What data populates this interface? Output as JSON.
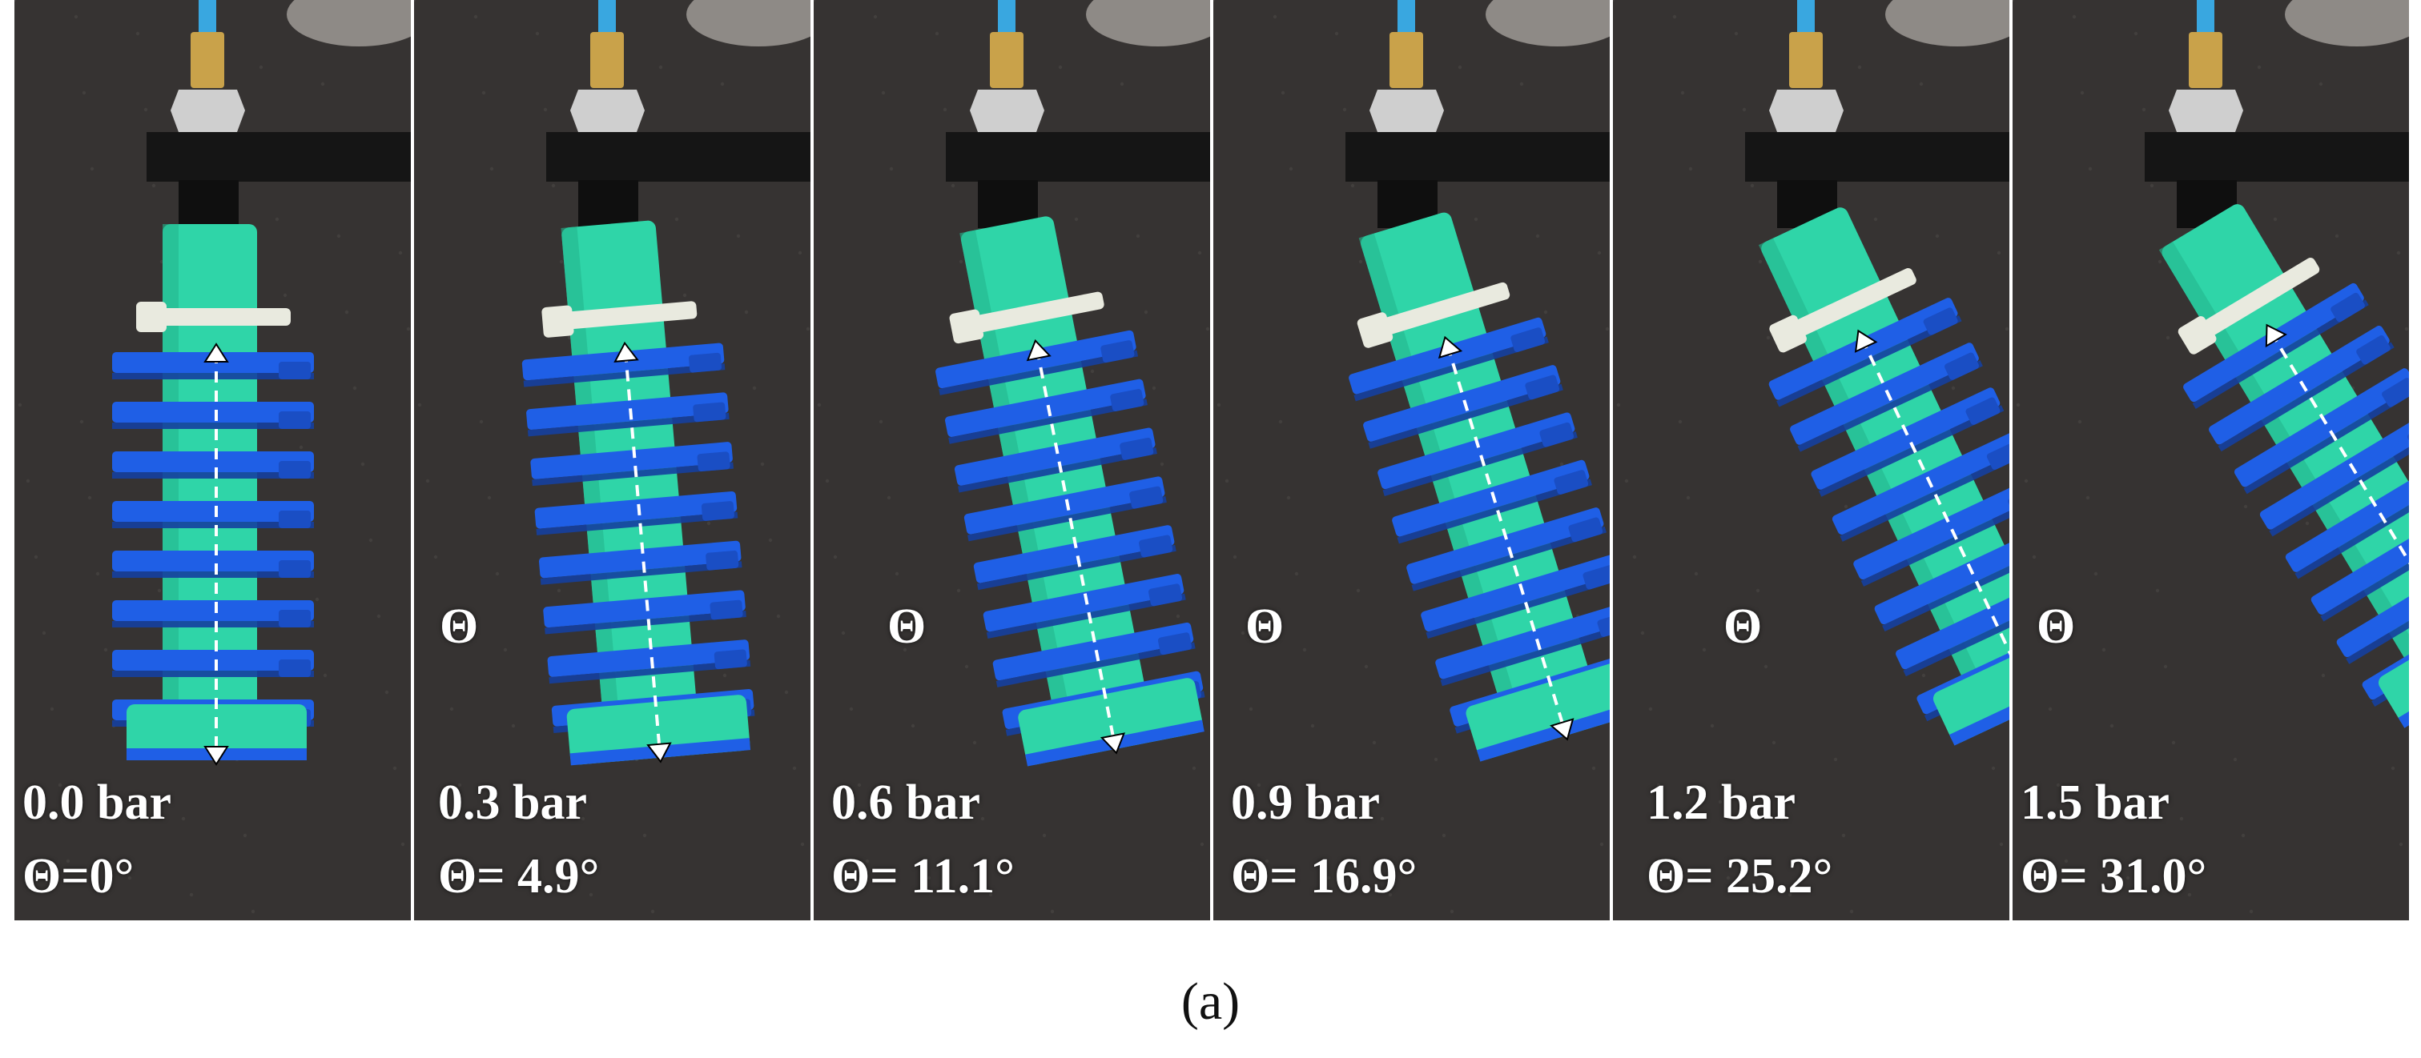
{
  "frames": [
    {
      "pressure": "0.0 bar",
      "angle": "Θ=0°",
      "theta_mark": "",
      "bend_deg": 0
    },
    {
      "pressure": "0.3 bar",
      "angle": "Θ= 4.9°",
      "theta_mark": "Θ",
      "bend_deg": 4.9
    },
    {
      "pressure": "0.6 bar",
      "angle": "Θ= 11.1°",
      "theta_mark": "Θ",
      "bend_deg": 11.1
    },
    {
      "pressure": "0.9 bar",
      "angle": "Θ= 16.9°",
      "theta_mark": "Θ",
      "bend_deg": 16.9
    },
    {
      "pressure": "1.2 bar",
      "angle": "Θ= 25.2°",
      "theta_mark": "Θ",
      "bend_deg": 25.2
    },
    {
      "pressure": "1.5 bar",
      "angle": "Θ= 31.0°",
      "theta_mark": "Θ",
      "bend_deg": 31.0
    }
  ],
  "caption": "(a)",
  "colors": {
    "background": "#3b3836",
    "actuator_body": "#2fd5a8",
    "rings": "#1f5fe6",
    "clamp": "#151515",
    "fitting": "#c9a24a",
    "tube": "#39a7e0",
    "zip_tie": "#e9eadf"
  }
}
